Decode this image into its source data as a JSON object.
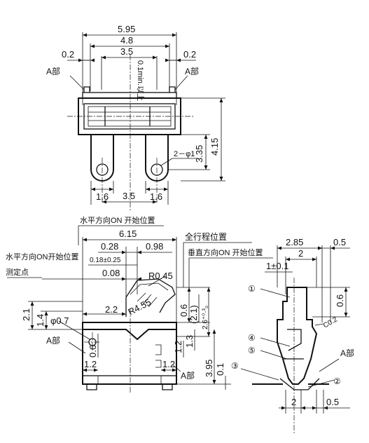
{
  "top_view": {
    "dim_overall_width": "5.95",
    "dim_width_4_8": "4.8",
    "dim_width_3_5": "3.5",
    "dim_left_02": "0.2",
    "dim_right_02": "0.2",
    "label_a_left": "A部",
    "label_a_right": "A部",
    "note_min": "0.1min.以上",
    "dim_pin_height": "3.35",
    "dim_total_height": "4.15",
    "hole_note": "2－φ1",
    "dim_pin_left": "1.6",
    "dim_pin_pitch": "3.5",
    "dim_pin_right": "1.6"
  },
  "front_view": {
    "label_horizontal_on": "水平方向ON 开始位置",
    "dim_overall": "6.15",
    "dim_028": "0.28",
    "dim_098": "0.98",
    "dim_018_tol": "0.18±0.25",
    "dim_008": "0.08",
    "dim_r045": "R0.45",
    "label_full_travel": "全行程位置",
    "label_vertical_on": "垂直方向ON 开始位置",
    "label_horizontal_on_left": "水平方向ON开始位置",
    "label_measure_point": "测定点",
    "dim_2_1": "2.1",
    "dim_1_4": "1.4",
    "dim_phi07": "φ0.7",
    "dim_2_2": "2.2",
    "dim_r455": "R4.55",
    "dim_06_v": "0.6",
    "dim_21_paren": "(2.1)",
    "dim_26_tol": "2.6⁺⁰·³₀",
    "dim_06_lower": "0.6",
    "dim_1_2_v": "1.2",
    "dim_1_3_v": "1.3",
    "dim_3_95": "3.95",
    "dim_0_1": "0.1",
    "label_a_bottom_left": "A部",
    "label_a_bottom_right": "A部",
    "dim_12_left": "1.2",
    "dim_12_right": "1.2"
  },
  "detail_view": {
    "dim_285": "2.85",
    "dim_05_top": "0.5",
    "dim_2_top": "2",
    "dim_1_tol": "1±0.1",
    "dim_06": "0.6",
    "dim_c02": "C0.2",
    "label_a": "A部",
    "dim_2_bottom": "2",
    "dim_05_bottom": "0.5",
    "circle_1": "①",
    "circle_2": "②",
    "circle_3": "③",
    "circle_4": "④",
    "circle_5": "⑤"
  }
}
